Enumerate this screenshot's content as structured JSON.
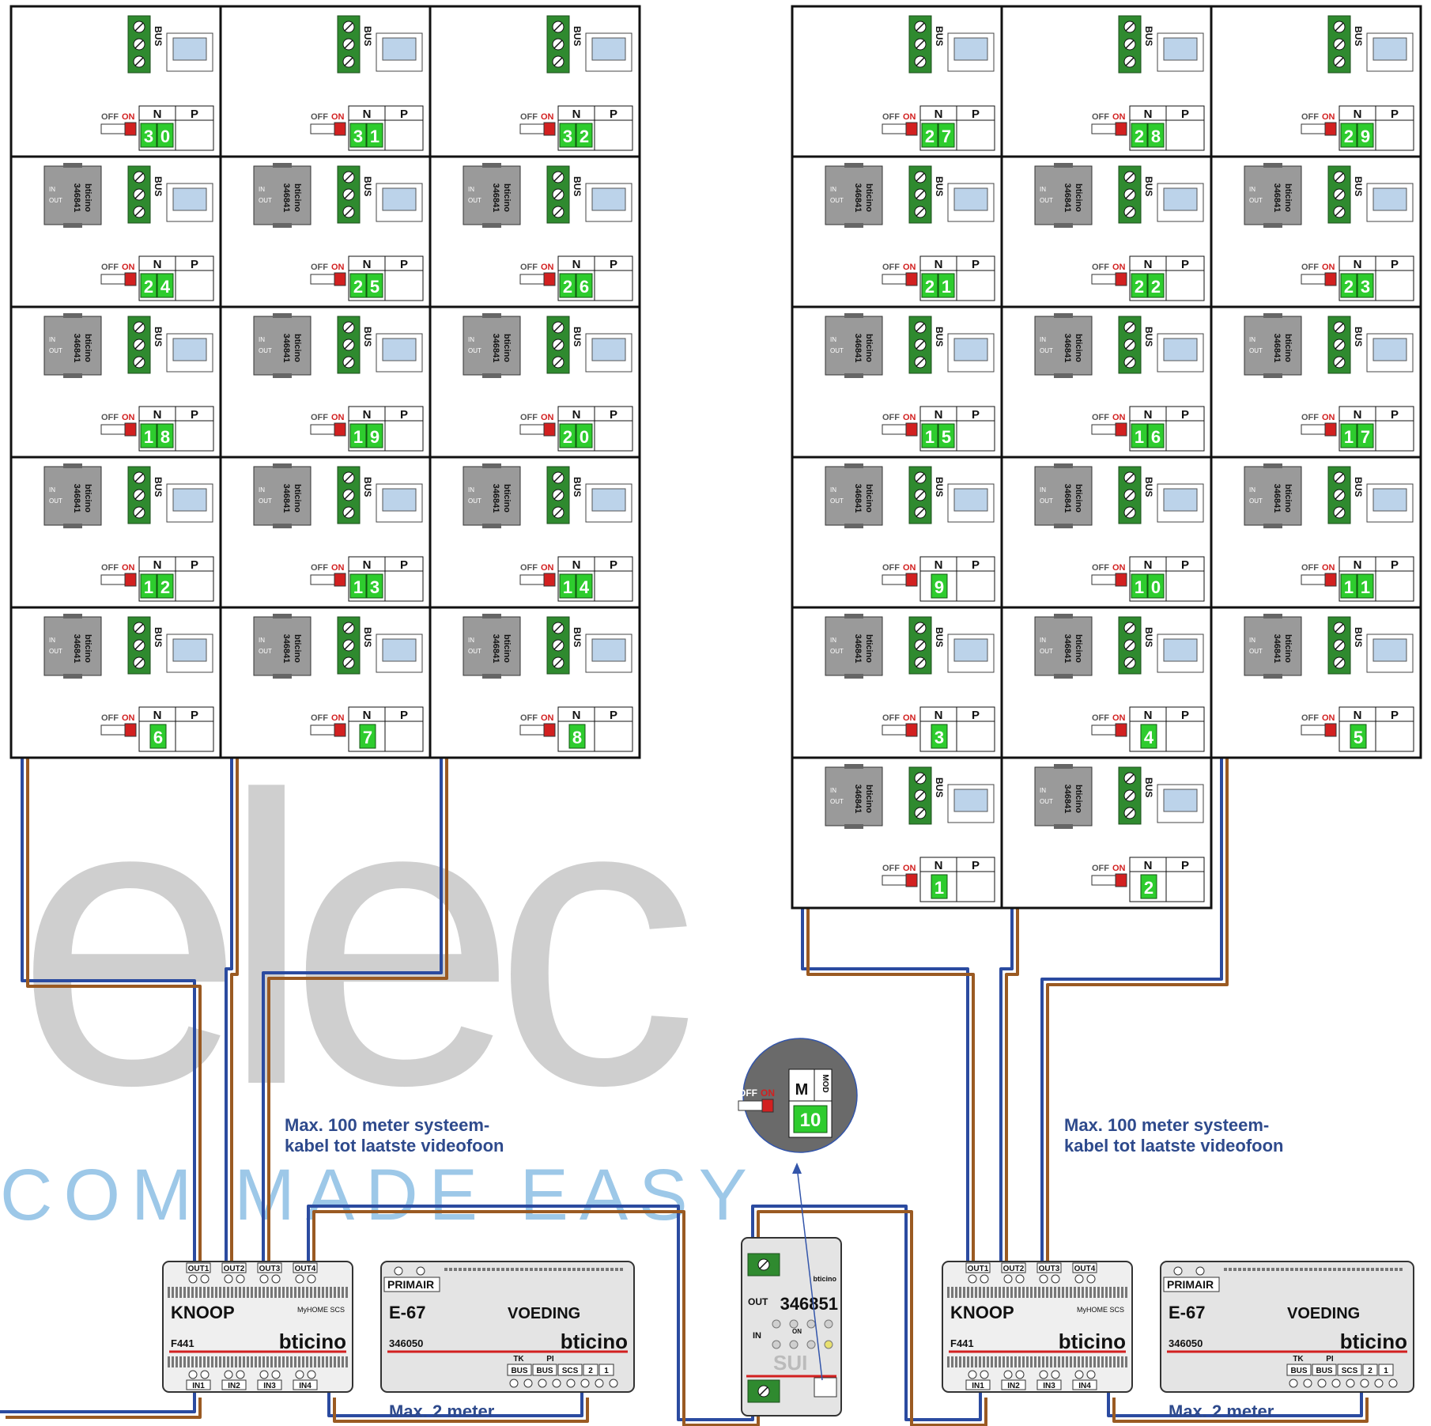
{
  "watermark": {
    "brand": "elec",
    "tagline": "COM MADE EASY"
  },
  "labels": {
    "bus": "BUS",
    "off": "OFF",
    "on": "ON",
    "n": "N",
    "p": "P",
    "interface_code": "346841",
    "interface_brand": "bticino",
    "interface_in": "IN",
    "interface_out": "OUT"
  },
  "notes": {
    "left_cable": [
      "Max. 100 meter systeem-",
      "kabel tot laatste videofoon"
    ],
    "right_cable": [
      "Max. 100 meter systeem-",
      "kabel tot laatste videofoon"
    ],
    "left_supply": "Max. 2 meter",
    "right_supply": "Max. 2 meter"
  },
  "left_block": {
    "apartments": [
      [
        "30",
        "31",
        "32"
      ],
      [
        "24",
        "25",
        "26"
      ],
      [
        "18",
        "19",
        "20"
      ],
      [
        "12",
        "13",
        "14"
      ],
      [
        "6",
        "7",
        "8"
      ]
    ]
  },
  "right_block": {
    "apartments": [
      [
        "27",
        "28",
        "29"
      ],
      [
        "21",
        "22",
        "23"
      ],
      [
        "15",
        "16",
        "17"
      ],
      [
        "9",
        "10",
        "11"
      ],
      [
        "3",
        "4",
        "5"
      ],
      [
        "1",
        "2"
      ]
    ]
  },
  "node": {
    "title": "KNOOP",
    "code": "F441",
    "brand": "bticino",
    "logo": "MyHOME SCS",
    "outputs": [
      "OUT1",
      "OUT2",
      "OUT3",
      "OUT4"
    ],
    "inputs": [
      "IN1",
      "IN2",
      "IN3",
      "IN4"
    ]
  },
  "supply": {
    "primary": "PRIMAIR",
    "model": "E-67",
    "label": "VOEDING",
    "code": "346050",
    "brand": "bticino",
    "top_terms": [
      "TK",
      "PI"
    ],
    "terms": [
      "BUS",
      "BUS",
      "SCS",
      "2",
      "1"
    ]
  },
  "interface": {
    "code": "346851",
    "label": "SUI",
    "out": "OUT",
    "in": "IN",
    "brand": "bticino",
    "on": "ON",
    "callout": {
      "m": "M",
      "mod": "MOD",
      "value": "10",
      "off": "OFF",
      "on": "ON"
    }
  },
  "colors": {
    "wire_blue": "#2b4ba0",
    "wire_brown": "#9a5a22",
    "terminal_green": "#2f8a2f",
    "digit_green": "#2ecc2e",
    "switch_red": "#d22020",
    "module_grey": "#9a9a9a",
    "watermark_grey": "#bdbdbd",
    "tagline_blue": "#8cbfe5"
  }
}
